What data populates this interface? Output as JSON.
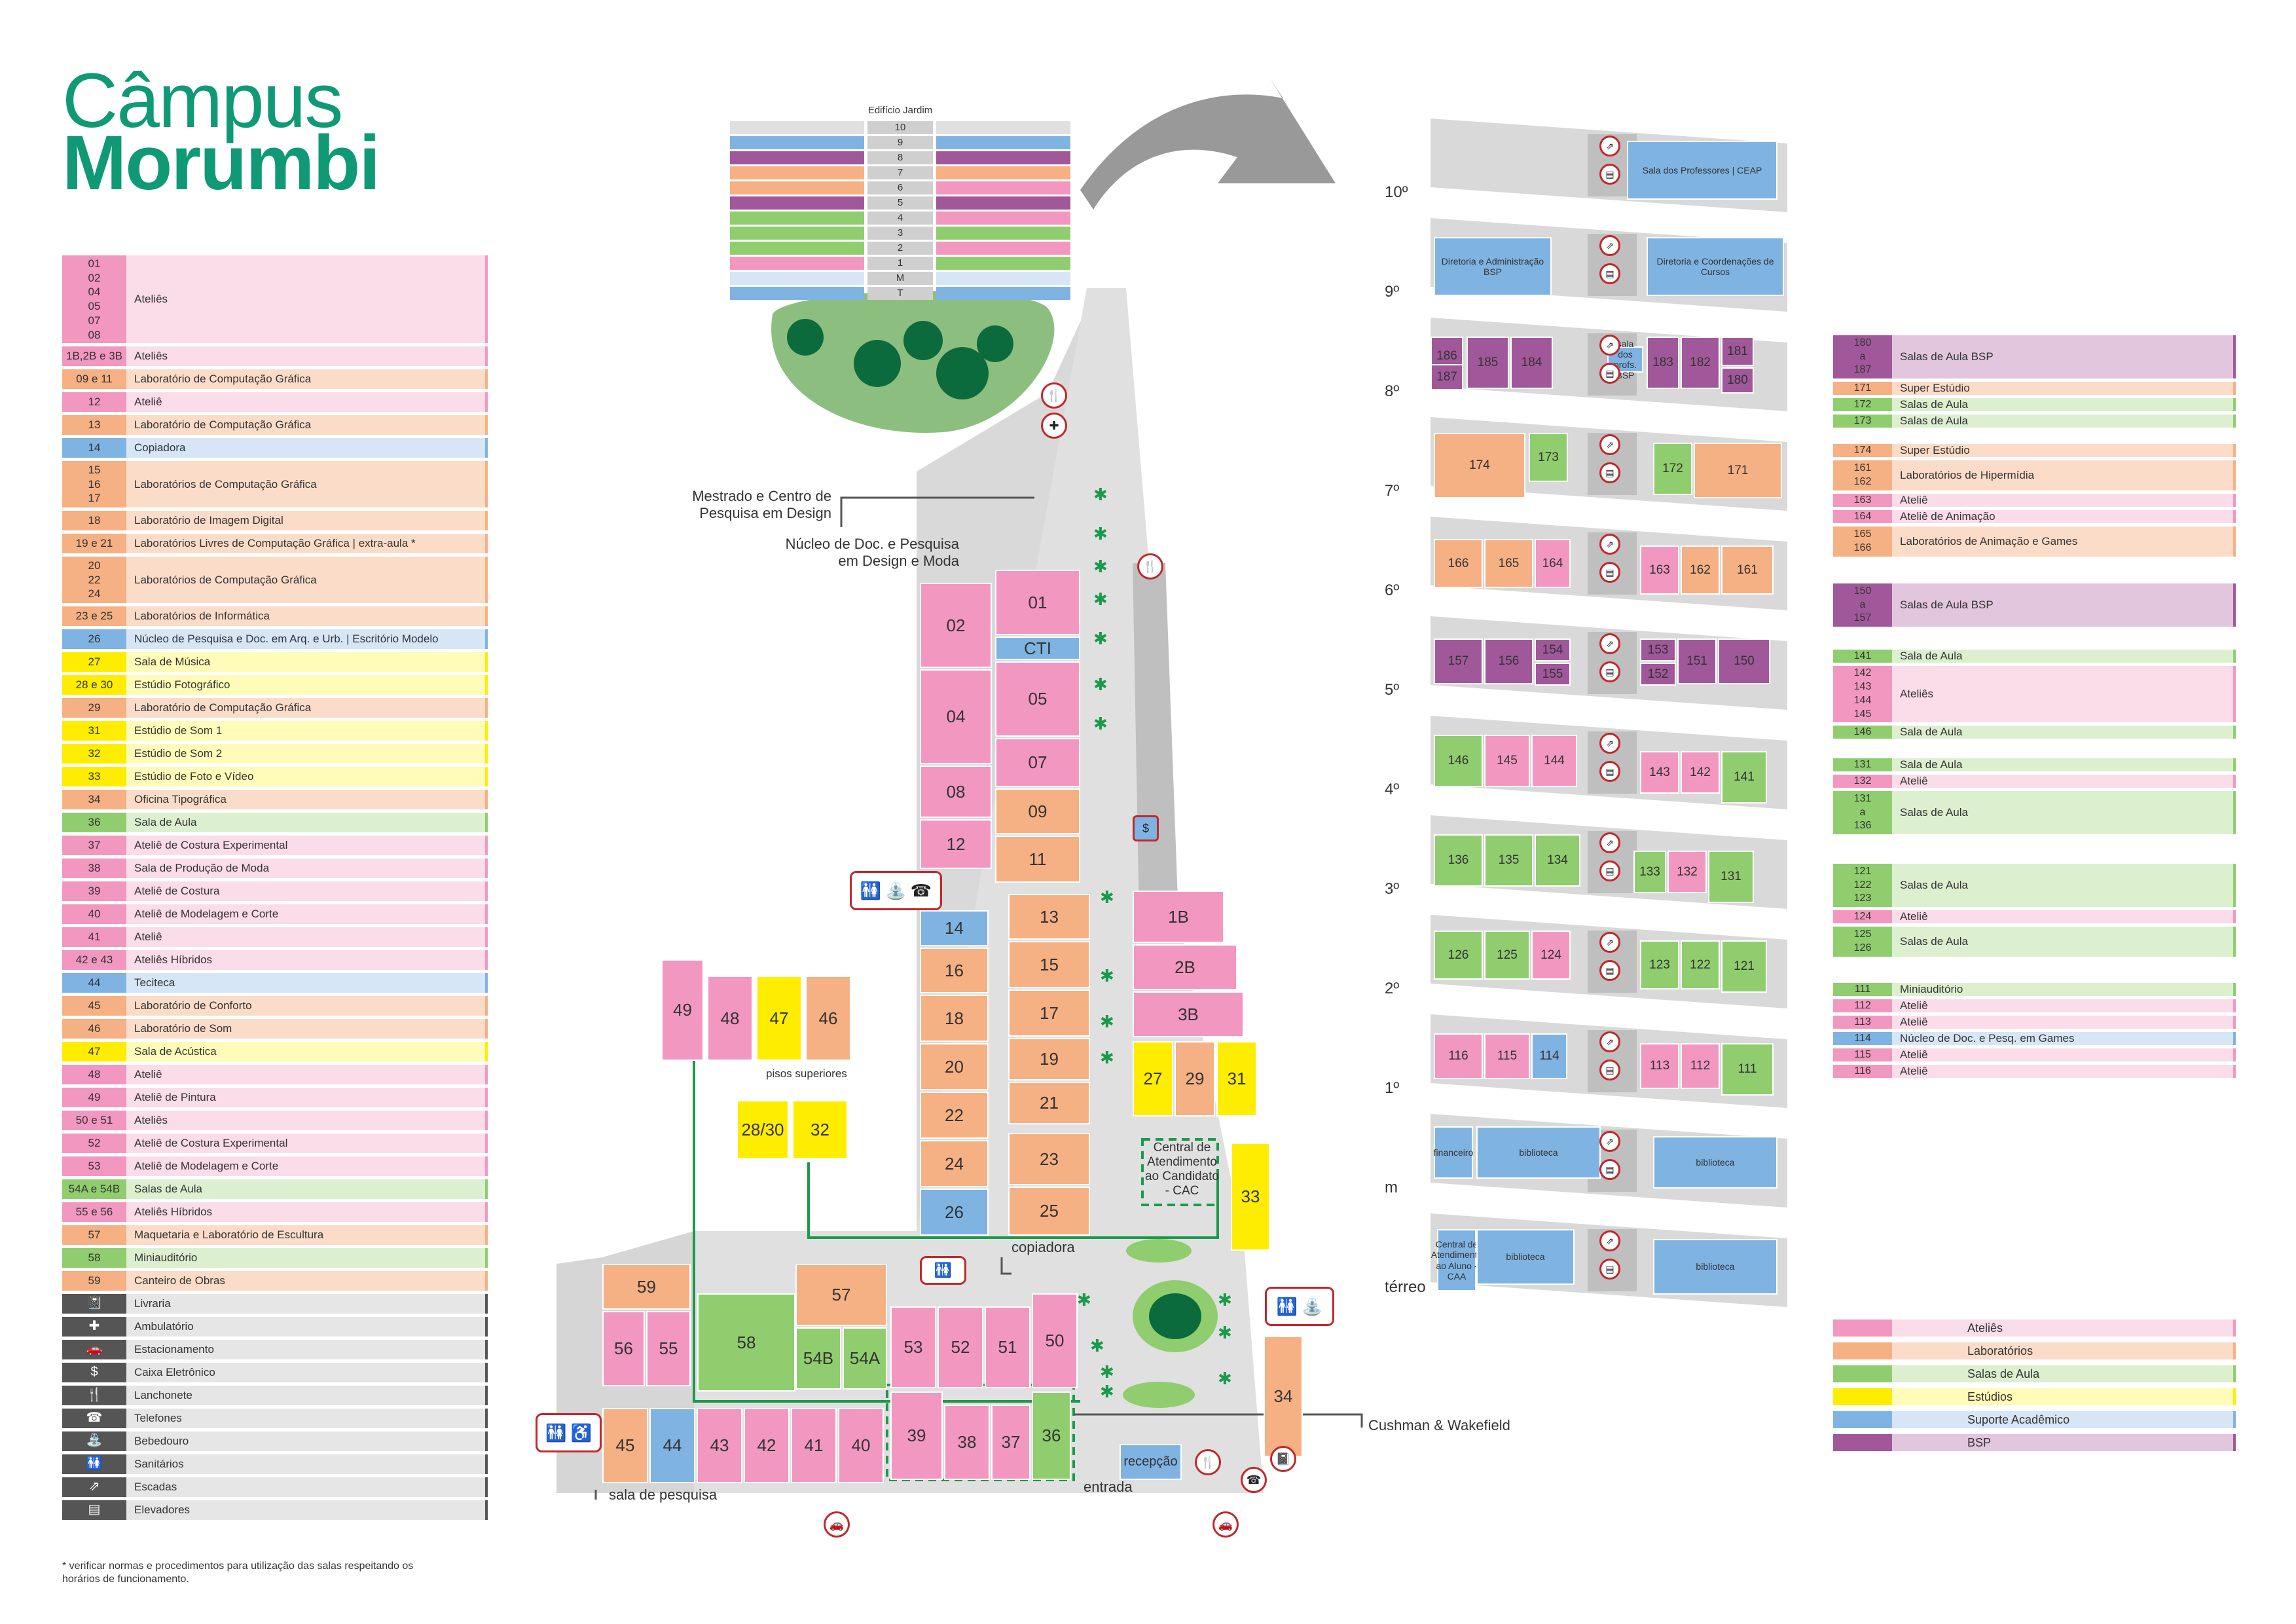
{
  "title": {
    "line1": "Câmpus",
    "line2": "Morumbi"
  },
  "colors": {
    "atelies": "#f297c0",
    "atelies_light": "#fbdce9",
    "lab": "#f5b083",
    "lab_light": "#fbdcc8",
    "aula": "#8fcd6e",
    "aula_light": "#dcf0d0",
    "estudio": "#ffed00",
    "estudio_light": "#fffbb8",
    "suporte": "#7fb3e2",
    "suporte_light": "#d6e6f6",
    "bsp": "#a0589a",
    "bsp_light": "#e2c6de",
    "service_dark": "#555555",
    "service_light": "#e6e6e6",
    "grey_floor": "#d9d9d9",
    "accent_green": "#0f9a75",
    "icon_red": "#c0282b"
  },
  "legend": [
    {
      "codes": [
        "01",
        "02",
        "04",
        "05",
        "07",
        "08"
      ],
      "label": "Ateliês",
      "cat": "atelies"
    },
    {
      "codes": [
        "1B,2B e 3B"
      ],
      "label": "Ateliês",
      "cat": "atelies"
    },
    {
      "codes": [
        "09 e 11"
      ],
      "label": "Laboratório de Computação Gráfica",
      "cat": "lab"
    },
    {
      "codes": [
        "12"
      ],
      "label": "Ateliê",
      "cat": "atelies"
    },
    {
      "codes": [
        "13"
      ],
      "label": "Laboratório de Computação Gráfica",
      "cat": "lab"
    },
    {
      "codes": [
        "14"
      ],
      "label": "Copiadora",
      "cat": "suporte"
    },
    {
      "codes": [
        "15",
        "16",
        "17"
      ],
      "label": "Laboratórios de Computação Gráfica",
      "cat": "lab"
    },
    {
      "codes": [
        "18"
      ],
      "label": "Laboratório de Imagem Digital",
      "cat": "lab"
    },
    {
      "codes": [
        "19 e 21"
      ],
      "label": "Laboratórios Livres de Computação Gráfica | extra-aula *",
      "cat": "lab"
    },
    {
      "codes": [
        "20",
        "22",
        "24"
      ],
      "label": "Laboratórios de Computação Gráfica",
      "cat": "lab"
    },
    {
      "codes": [
        "23 e 25"
      ],
      "label": "Laboratórios de Informática",
      "cat": "lab"
    },
    {
      "codes": [
        "26"
      ],
      "label": "Núcleo de Pesquisa e Doc. em Arq. e Urb. | Escritório Modelo",
      "cat": "suporte"
    },
    {
      "codes": [
        "27"
      ],
      "label": "Sala de Música",
      "cat": "estudio"
    },
    {
      "codes": [
        "28 e 30"
      ],
      "label": "Estúdio Fotográfico",
      "cat": "estudio"
    },
    {
      "codes": [
        "29"
      ],
      "label": "Laboratório de Computação Gráfica",
      "cat": "lab"
    },
    {
      "codes": [
        "31"
      ],
      "label": "Estúdio de Som 1",
      "cat": "estudio"
    },
    {
      "codes": [
        "32"
      ],
      "label": "Estúdio de Som 2",
      "cat": "estudio"
    },
    {
      "codes": [
        "33"
      ],
      "label": "Estúdio de Foto e Vídeo",
      "cat": "estudio"
    },
    {
      "codes": [
        "34"
      ],
      "label": "Oficina Tipográfica",
      "cat": "lab"
    },
    {
      "codes": [
        "36"
      ],
      "label": "Sala de Aula",
      "cat": "aula"
    },
    {
      "codes": [
        "37"
      ],
      "label": "Ateliê de Costura Experimental",
      "cat": "atelies"
    },
    {
      "codes": [
        "38"
      ],
      "label": "Sala de Produção de Moda",
      "cat": "atelies"
    },
    {
      "codes": [
        "39"
      ],
      "label": "Ateliê de Costura",
      "cat": "atelies"
    },
    {
      "codes": [
        "40"
      ],
      "label": "Ateliê de Modelagem e Corte",
      "cat": "atelies"
    },
    {
      "codes": [
        "41"
      ],
      "label": "Ateliê",
      "cat": "atelies"
    },
    {
      "codes": [
        "42 e 43"
      ],
      "label": "Ateliês Híbridos",
      "cat": "atelies"
    },
    {
      "codes": [
        "44"
      ],
      "label": "Teciteca",
      "cat": "suporte"
    },
    {
      "codes": [
        "45"
      ],
      "label": "Laboratório de Conforto",
      "cat": "lab"
    },
    {
      "codes": [
        "46"
      ],
      "label": "Laboratório de Som",
      "cat": "lab"
    },
    {
      "codes": [
        "47"
      ],
      "label": "Sala de Acústica",
      "cat": "estudio"
    },
    {
      "codes": [
        "48"
      ],
      "label": "Ateliê",
      "cat": "atelies"
    },
    {
      "codes": [
        "49"
      ],
      "label": "Ateliê de Pintura",
      "cat": "atelies"
    },
    {
      "codes": [
        "50 e 51"
      ],
      "label": "Ateliês",
      "cat": "atelies"
    },
    {
      "codes": [
        "52"
      ],
      "label": "Ateliê de Costura Experimental",
      "cat": "atelies"
    },
    {
      "codes": [
        "53"
      ],
      "label": "Ateliê de Modelagem e Corte",
      "cat": "atelies"
    },
    {
      "codes": [
        "54A e 54B"
      ],
      "label": "Salas de Aula",
      "cat": "aula"
    },
    {
      "codes": [
        "55 e 56"
      ],
      "label": "Ateliês Híbridos",
      "cat": "atelies"
    },
    {
      "codes": [
        "57"
      ],
      "label": "Maquetaria e Laboratório de Escultura",
      "cat": "lab"
    },
    {
      "codes": [
        "58"
      ],
      "label": "Miniauditório",
      "cat": "aula"
    },
    {
      "codes": [
        "59"
      ],
      "label": "Canteiro de Obras",
      "cat": "lab"
    },
    {
      "codes": [],
      "icon": "📓",
      "label": "Livraria",
      "cat": "service"
    },
    {
      "codes": [],
      "icon": "✚",
      "label": "Ambulatório",
      "cat": "service"
    },
    {
      "codes": [],
      "icon": "🚗",
      "label": "Estacionamento",
      "cat": "service"
    },
    {
      "codes": [],
      "icon": "$",
      "label": "Caixa Eletrônico",
      "cat": "service"
    },
    {
      "codes": [],
      "icon": "🍴",
      "label": "Lanchonete",
      "cat": "service"
    },
    {
      "codes": [],
      "icon": "☎",
      "label": "Telefones",
      "cat": "service"
    },
    {
      "codes": [],
      "icon": "⛲",
      "label": "Bebedouro",
      "cat": "service"
    },
    {
      "codes": [],
      "icon": "🚻",
      "label": "Sanitários",
      "cat": "service"
    },
    {
      "codes": [],
      "icon": "⇗",
      "label": "Escadas",
      "cat": "service"
    },
    {
      "codes": [],
      "icon": "▤",
      "label": "Elevadores",
      "cat": "service"
    }
  ],
  "footnote": "*   verificar normas e procedimentos para utilização das salas respeitando os horários de funcionamento.",
  "edificio": {
    "title": "Edifício Jardim",
    "floors": [
      "10",
      "9",
      "8",
      "7",
      "6",
      "5",
      "4",
      "3",
      "2",
      "1",
      "M",
      "T"
    ]
  },
  "map_rooms": [
    {
      "id": "01",
      "cat": "atelies"
    },
    {
      "id": "CTI",
      "cat": "suporte"
    },
    {
      "id": "05",
      "cat": "atelies"
    },
    {
      "id": "07",
      "cat": "atelies"
    },
    {
      "id": "09",
      "cat": "lab"
    },
    {
      "id": "11",
      "cat": "lab"
    },
    {
      "id": "02",
      "cat": "atelies"
    },
    {
      "id": "04",
      "cat": "atelies"
    },
    {
      "id": "08",
      "cat": "atelies"
    },
    {
      "id": "12",
      "cat": "atelies"
    },
    {
      "id": "14",
      "cat": "suporte"
    },
    {
      "id": "16",
      "cat": "lab"
    },
    {
      "id": "18",
      "cat": "lab"
    },
    {
      "id": "20",
      "cat": "lab"
    },
    {
      "id": "22",
      "cat": "lab"
    },
    {
      "id": "24",
      "cat": "lab"
    },
    {
      "id": "26",
      "cat": "suporte"
    },
    {
      "id": "13",
      "cat": "lab"
    },
    {
      "id": "15",
      "cat": "lab"
    },
    {
      "id": "17",
      "cat": "lab"
    },
    {
      "id": "19",
      "cat": "lab"
    },
    {
      "id": "21",
      "cat": "lab"
    },
    {
      "id": "23",
      "cat": "lab"
    },
    {
      "id": "25",
      "cat": "lab"
    },
    {
      "id": "1B",
      "cat": "atelies"
    },
    {
      "id": "2B",
      "cat": "atelies"
    },
    {
      "id": "3B",
      "cat": "atelies"
    },
    {
      "id": "27",
      "cat": "estudio"
    },
    {
      "id": "29",
      "cat": "lab"
    },
    {
      "id": "31",
      "cat": "estudio"
    },
    {
      "id": "33",
      "cat": "estudio"
    },
    {
      "id": "34",
      "cat": "lab"
    },
    {
      "id": "49",
      "cat": "atelies"
    },
    {
      "id": "48",
      "cat": "atelies"
    },
    {
      "id": "47",
      "cat": "estudio"
    },
    {
      "id": "46",
      "cat": "lab"
    },
    {
      "id": "28/30",
      "cat": "estudio"
    },
    {
      "id": "32",
      "cat": "estudio"
    },
    {
      "id": "59",
      "cat": "lab"
    },
    {
      "id": "56",
      "cat": "atelies"
    },
    {
      "id": "55",
      "cat": "atelies"
    },
    {
      "id": "58",
      "cat": "aula"
    },
    {
      "id": "57",
      "cat": "lab"
    },
    {
      "id": "54B",
      "cat": "aula"
    },
    {
      "id": "54A",
      "cat": "aula"
    },
    {
      "id": "53",
      "cat": "atelies"
    },
    {
      "id": "52",
      "cat": "atelies"
    },
    {
      "id": "51",
      "cat": "atelies"
    },
    {
      "id": "50",
      "cat": "atelies"
    },
    {
      "id": "45",
      "cat": "lab"
    },
    {
      "id": "44",
      "cat": "suporte"
    },
    {
      "id": "43",
      "cat": "atelies"
    },
    {
      "id": "42",
      "cat": "atelies"
    },
    {
      "id": "41",
      "cat": "atelies"
    },
    {
      "id": "40",
      "cat": "atelies"
    },
    {
      "id": "39",
      "cat": "atelies"
    },
    {
      "id": "38",
      "cat": "atelies"
    },
    {
      "id": "37",
      "cat": "atelies"
    },
    {
      "id": "36",
      "cat": "aula"
    },
    {
      "id": "recepção",
      "cat": "suporte"
    }
  ],
  "map_labels": {
    "mestrado": "Mestrado e Centro de Pesquisa em Design",
    "nucleo": "Núcleo de Doc. e Pesquisa em Design e Moda",
    "pisos": "pisos superiores",
    "cac": "Central de Atendimento ao Candidato - CAC",
    "copiadora": "copiadora",
    "cushman": "Cushman & Wakefield",
    "sala_pesquisa": "sala de pesquisa",
    "entrada": "entrada"
  },
  "floors": [
    {
      "label": "10º",
      "rooms": [
        {
          "id": "Sala dos Professores | CEAP",
          "cat": "suporte"
        }
      ]
    },
    {
      "label": "9º",
      "rooms": [
        {
          "id": "Diretoria e Administração BSP",
          "cat": "suporte"
        },
        {
          "id": "Diretoria e Coordenações de Cursos",
          "cat": "suporte"
        }
      ]
    },
    {
      "label": "8º",
      "rooms": [
        {
          "id": "186",
          "cat": "bsp"
        },
        {
          "id": "187",
          "cat": "bsp"
        },
        {
          "id": "185",
          "cat": "bsp"
        },
        {
          "id": "184",
          "cat": "bsp"
        },
        {
          "id": "sala dos profs. BSP",
          "cat": "suporte"
        },
        {
          "id": "183",
          "cat": "bsp"
        },
        {
          "id": "182",
          "cat": "bsp"
        },
        {
          "id": "181",
          "cat": "bsp"
        },
        {
          "id": "180",
          "cat": "bsp"
        }
      ]
    },
    {
      "label": "7º",
      "rooms": [
        {
          "id": "174",
          "cat": "lab"
        },
        {
          "id": "173",
          "cat": "aula"
        },
        {
          "id": "172",
          "cat": "aula"
        },
        {
          "id": "171",
          "cat": "lab"
        }
      ]
    },
    {
      "label": "6º",
      "rooms": [
        {
          "id": "166",
          "cat": "lab"
        },
        {
          "id": "165",
          "cat": "lab"
        },
        {
          "id": "164",
          "cat": "atelies"
        },
        {
          "id": "163",
          "cat": "atelies"
        },
        {
          "id": "162",
          "cat": "lab"
        },
        {
          "id": "161",
          "cat": "lab"
        }
      ]
    },
    {
      "label": "5º",
      "rooms": [
        {
          "id": "157",
          "cat": "bsp"
        },
        {
          "id": "156",
          "cat": "bsp"
        },
        {
          "id": "154",
          "cat": "bsp"
        },
        {
          "id": "155",
          "cat": "bsp"
        },
        {
          "id": "153",
          "cat": "bsp"
        },
        {
          "id": "152",
          "cat": "bsp"
        },
        {
          "id": "151",
          "cat": "bsp"
        },
        {
          "id": "150",
          "cat": "bsp"
        }
      ]
    },
    {
      "label": "4º",
      "rooms": [
        {
          "id": "146",
          "cat": "aula"
        },
        {
          "id": "145",
          "cat": "atelies"
        },
        {
          "id": "144",
          "cat": "atelies"
        },
        {
          "id": "143",
          "cat": "atelies"
        },
        {
          "id": "142",
          "cat": "atelies"
        },
        {
          "id": "141",
          "cat": "aula"
        }
      ]
    },
    {
      "label": "3º",
      "rooms": [
        {
          "id": "136",
          "cat": "aula"
        },
        {
          "id": "135",
          "cat": "aula"
        },
        {
          "id": "134",
          "cat": "aula"
        },
        {
          "id": "133",
          "cat": "aula"
        },
        {
          "id": "132",
          "cat": "atelies"
        },
        {
          "id": "131",
          "cat": "aula"
        }
      ]
    },
    {
      "label": "2º",
      "rooms": [
        {
          "id": "126",
          "cat": "aula"
        },
        {
          "id": "125",
          "cat": "aula"
        },
        {
          "id": "124",
          "cat": "atelies"
        },
        {
          "id": "123",
          "cat": "aula"
        },
        {
          "id": "122",
          "cat": "aula"
        },
        {
          "id": "121",
          "cat": "aula"
        }
      ]
    },
    {
      "label": "1º",
      "rooms": [
        {
          "id": "116",
          "cat": "atelies"
        },
        {
          "id": "115",
          "cat": "atelies"
        },
        {
          "id": "114",
          "cat": "suporte"
        },
        {
          "id": "113",
          "cat": "atelies"
        },
        {
          "id": "112",
          "cat": "atelies"
        },
        {
          "id": "111",
          "cat": "aula"
        }
      ]
    },
    {
      "label": "m",
      "rooms": [
        {
          "id": "financeiro",
          "cat": "suporte"
        },
        {
          "id": "biblioteca",
          "cat": "suporte"
        },
        {
          "id": "biblioteca",
          "cat": "suporte"
        }
      ]
    },
    {
      "label": "térreo",
      "rooms": [
        {
          "id": "Central de Atendimento ao Aluno - CAA",
          "cat": "suporte"
        },
        {
          "id": "biblioteca",
          "cat": "suporte"
        },
        {
          "id": "biblioteca",
          "cat": "suporte"
        }
      ]
    }
  ],
  "floor_legend": [
    {
      "codes": [
        "180",
        "a",
        "187"
      ],
      "label": "Salas de Aula BSP",
      "cat": "bsp"
    },
    {
      "codes": [
        "171"
      ],
      "label": "Super Estúdio",
      "cat": "lab"
    },
    {
      "codes": [
        "172"
      ],
      "label": "Salas de Aula",
      "cat": "aula"
    },
    {
      "codes": [
        "173"
      ],
      "label": "Salas de Aula",
      "cat": "aula"
    },
    {
      "codes": [
        "174"
      ],
      "label": "Super Estúdio",
      "cat": "lab"
    },
    {
      "codes": [
        "161",
        "162"
      ],
      "label": "Laboratórios de Hipermídia",
      "cat": "lab"
    },
    {
      "codes": [
        "163"
      ],
      "label": "Ateliê",
      "cat": "atelies"
    },
    {
      "codes": [
        "164"
      ],
      "label": "Ateliê de Animação",
      "cat": "atelies"
    },
    {
      "codes": [
        "165",
        "166"
      ],
      "label": "Laboratórios de Animação e Games",
      "cat": "lab"
    },
    {
      "codes": [
        "150",
        "a",
        "157"
      ],
      "label": "Salas de Aula BSP",
      "cat": "bsp"
    },
    {
      "codes": [
        "141"
      ],
      "label": "Sala de Aula",
      "cat": "aula"
    },
    {
      "codes": [
        "142",
        "143",
        "144",
        "145"
      ],
      "label": "Ateliês",
      "cat": "atelies"
    },
    {
      "codes": [
        "146"
      ],
      "label": "Sala de Aula",
      "cat": "aula"
    },
    {
      "codes": [
        "131"
      ],
      "label": "Sala de Aula",
      "cat": "aula"
    },
    {
      "codes": [
        "132"
      ],
      "label": "Ateliê",
      "cat": "atelies"
    },
    {
      "codes": [
        "131",
        "a",
        "136"
      ],
      "label": "Salas de Aula",
      "cat": "aula"
    },
    {
      "codes": [
        "121",
        "122",
        "123"
      ],
      "label": "Salas de Aula",
      "cat": "aula"
    },
    {
      "codes": [
        "124"
      ],
      "label": "Ateliê",
      "cat": "atelies"
    },
    {
      "codes": [
        "125",
        "126"
      ],
      "label": "Salas de Aula",
      "cat": "aula"
    },
    {
      "codes": [
        "111"
      ],
      "label": "Miniauditório",
      "cat": "aula"
    },
    {
      "codes": [
        "112"
      ],
      "label": "Ateliê",
      "cat": "atelies"
    },
    {
      "codes": [
        "113"
      ],
      "label": "Ateliê",
      "cat": "atelies"
    },
    {
      "codes": [
        "114"
      ],
      "label": "Núcleo de Doc. e Pesq. em Games",
      "cat": "suporte"
    },
    {
      "codes": [
        "115"
      ],
      "label": "Ateliê",
      "cat": "atelies"
    },
    {
      "codes": [
        "116"
      ],
      "label": "Ateliê",
      "cat": "atelies"
    }
  ],
  "categories": [
    {
      "label": "Ateliês",
      "cat": "atelies"
    },
    {
      "label": "Laboratórios",
      "cat": "lab"
    },
    {
      "label": "Salas de Aula",
      "cat": "aula"
    },
    {
      "label": "Estúdios",
      "cat": "estudio"
    },
    {
      "label": "Suporte Acadêmico",
      "cat": "suporte"
    },
    {
      "label": "BSP",
      "cat": "bsp"
    }
  ]
}
